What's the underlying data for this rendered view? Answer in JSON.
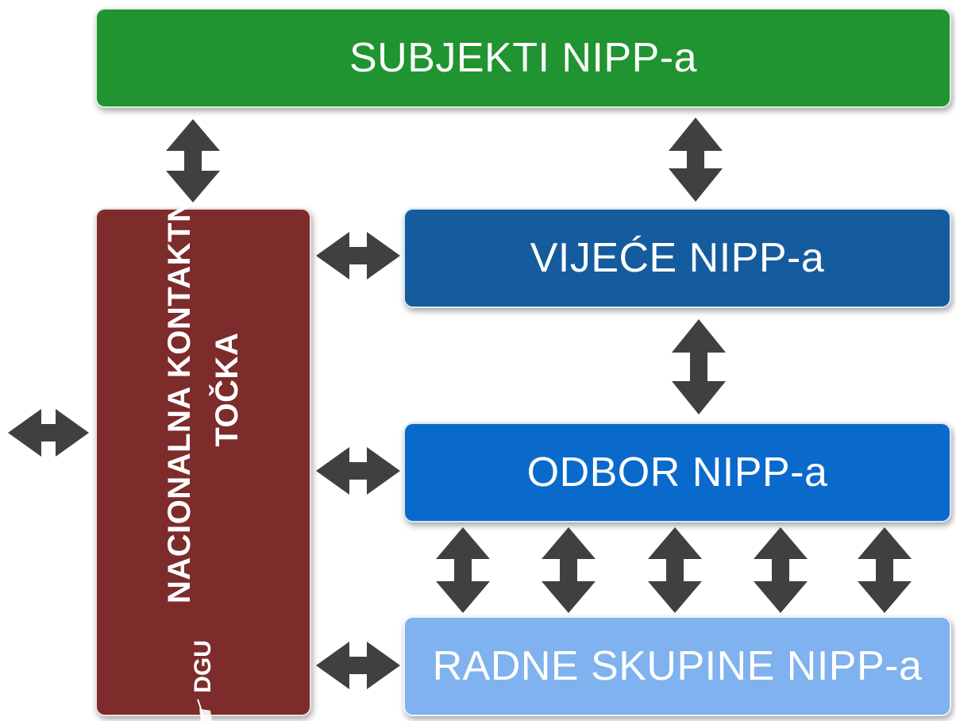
{
  "boxes": {
    "subjekti": {
      "label": "SUBJEKTI NIPP-a",
      "color": "#1f9430"
    },
    "vijece": {
      "label": "VIJEĆE NIPP-a",
      "color": "#145c9e"
    },
    "odbor": {
      "label": "ODBOR NIPP-a",
      "color": "#0a6acc"
    },
    "radne": {
      "label": "RADNE SKUPINE NIPP-a",
      "color": "#7fb2ee"
    },
    "nkt": {
      "line1": "NACIONALNA KONTAKTNA",
      "line2": "TOČKA",
      "logo_text": "DGU",
      "color": "#7d2b2b"
    }
  },
  "arrow_color": "#404040"
}
